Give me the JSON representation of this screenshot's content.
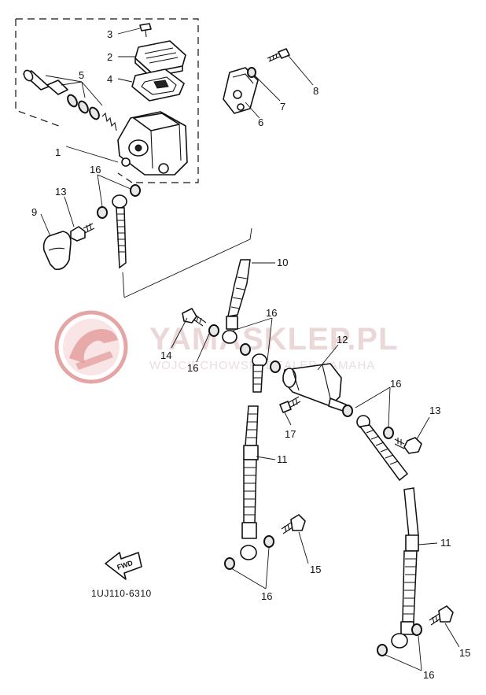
{
  "watermark": {
    "brand": "YAMASKLEP.PL",
    "subtitle": "WOJCIECHOWSKI DEALER YAMAHA",
    "logo_color": "#e6a5a5",
    "text_color": "#e8d4d4"
  },
  "diagram_code": "1UJ110-6310",
  "fwd_label": "FWD",
  "callouts": {
    "c1": "1",
    "c2": "2",
    "c3": "3",
    "c4": "4",
    "c5": "5",
    "c6": "6",
    "c7": "7",
    "c8": "8",
    "c9": "9",
    "c10": "10",
    "c11a": "11",
    "c11b": "11",
    "c12": "12",
    "c13a": "13",
    "c13b": "13",
    "c14": "14",
    "c15a": "15",
    "c15b": "15",
    "c16a": "16",
    "c16b": "16",
    "c16c": "16",
    "c16d": "16",
    "c16e": "16",
    "c16f": "16",
    "c17": "17"
  },
  "line_color": "#111111"
}
